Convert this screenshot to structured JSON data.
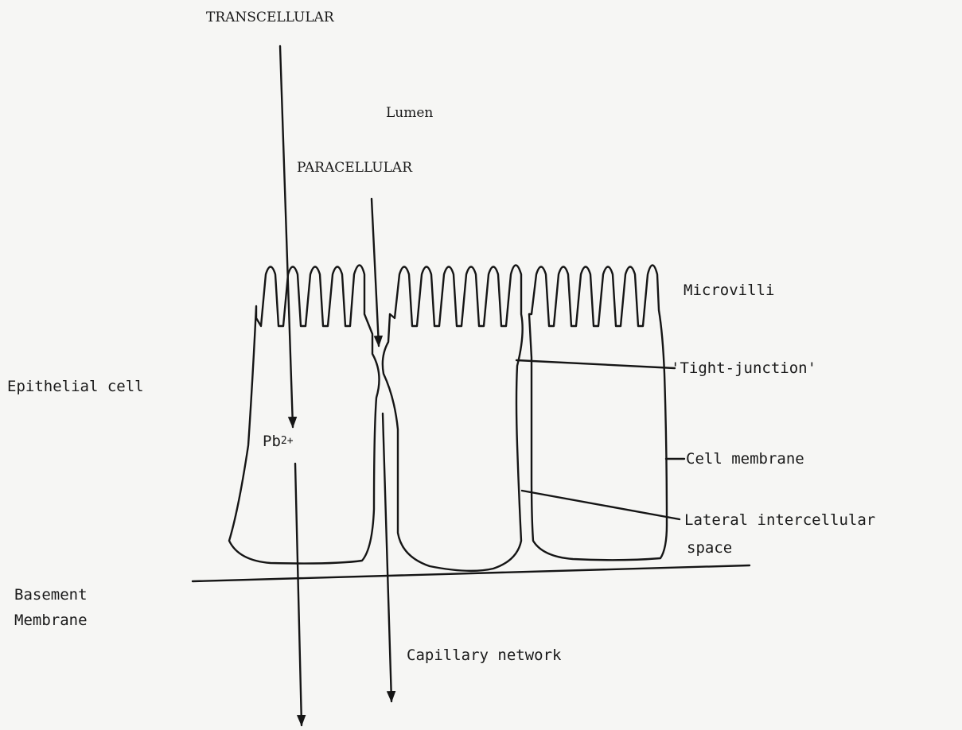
{
  "labels": {
    "transcellular": "TRANSCELLULAR",
    "lumen": "Lumen",
    "paracellular": "PARACELLULAR",
    "microvilli": "Microvilli",
    "tight_junction": "'Tight-junction'",
    "epithelial_cell": "Epithelial cell",
    "pb_base": "Pb",
    "pb_charge": "2+",
    "cell_membrane": "Cell membrane",
    "lateral_space_line1": "Lateral intercellular",
    "lateral_space_line2": "space",
    "basement_line1": "Basement",
    "basement_line2": "Membrane",
    "capillary_network": "Capillary network"
  },
  "colors": {
    "ink": "#151515",
    "paper": "#f6f6f4"
  }
}
